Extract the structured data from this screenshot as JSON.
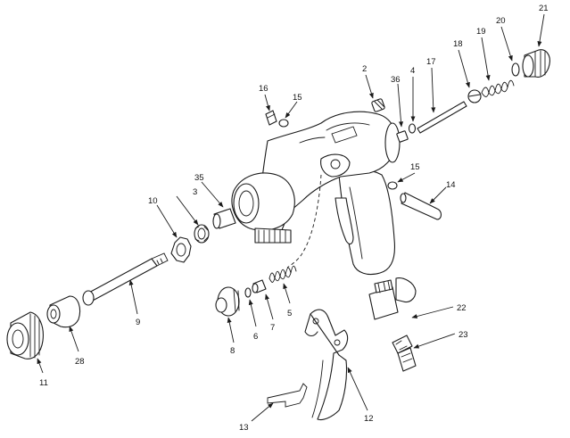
{
  "diagram": {
    "callouts": [
      "2",
      "3",
      "4",
      "5",
      "6",
      "7",
      "8",
      "9",
      "10",
      "11",
      "12",
      "13",
      "14",
      "15",
      "15",
      "16",
      "17",
      "18",
      "19",
      "20",
      "21",
      "22",
      "23",
      "28",
      "35",
      "36"
    ]
  }
}
